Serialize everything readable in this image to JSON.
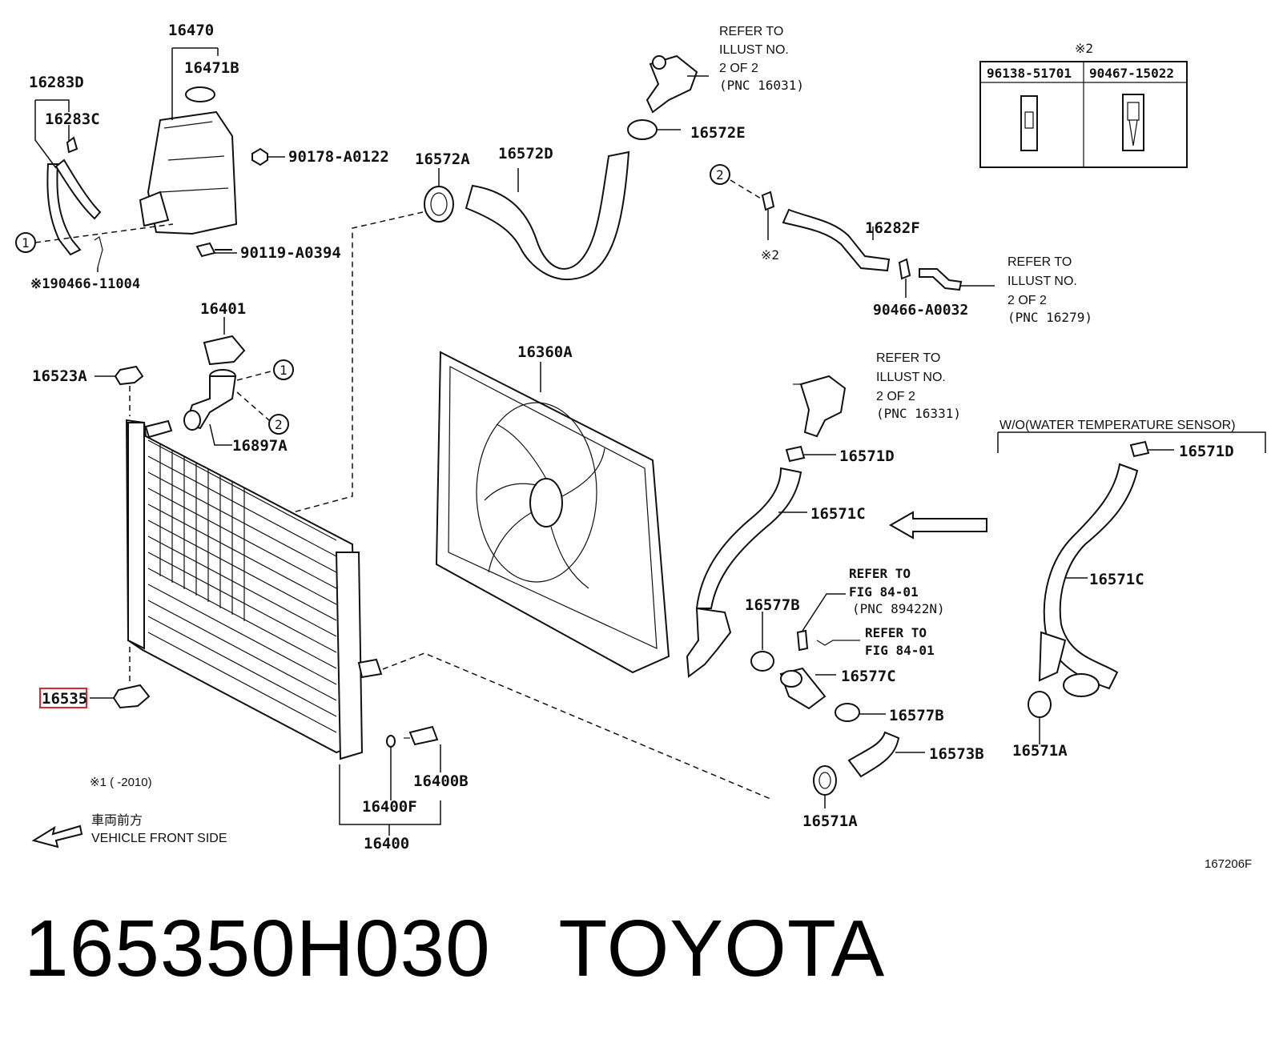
{
  "diagram": {
    "code": "167206F",
    "labels": {
      "p16470": "16470",
      "p16471B": "16471B",
      "p16283D": "16283D",
      "p16283C": "16283C",
      "p90178": "90178-A0122",
      "p90119": "90119-A0394",
      "p90466_11004": "※190466-11004",
      "p16572A": "16572A",
      "p16572D": "16572D",
      "p16572E": "16572E",
      "p16282F": "16282F",
      "p90466_A0032": "90466-A0032",
      "mark2_small": "※2",
      "p16401": "16401",
      "p16523A": "16523A",
      "p16897A": "16897A",
      "p16360A": "16360A",
      "p16571D_a": "16571D",
      "p16571D_b": "16571D",
      "p16571C_a": "16571C",
      "p16571C_b": "16571C",
      "p16577B_a": "16577B",
      "p16577B_b": "16577B",
      "p16577C": "16577C",
      "p16573B": "16573B",
      "p16571A_a": "16571A",
      "p16571A_b": "16571A",
      "p16535": "16535",
      "p16400B": "16400B",
      "p16400F": "16400F",
      "p16400": "16400",
      "circle1": "1",
      "circle2": "2"
    },
    "refers": {
      "r1": [
        "REFER TO",
        "ILLUST NO.",
        "2 OF 2",
        "(PNC 16031)"
      ],
      "r2": [
        "REFER TO",
        "ILLUST NO.",
        "2 OF 2",
        "(PNC 16279)"
      ],
      "r3": [
        "REFER TO",
        "ILLUST NO.",
        "2 OF 2",
        "(PNC 16331)"
      ],
      "r4": [
        "REFER TO",
        "FIG 84-01",
        "(PNC 89422N)"
      ],
      "r5": [
        "REFER TO",
        "FIG 84-01"
      ]
    },
    "wo_note": "W/O(WATER TEMPERATURE SENSOR)",
    "note1": "※1 (       -2010)",
    "front_jp": "車両前方",
    "front_en": "VEHICLE FRONT SIDE",
    "table": {
      "mark": "※2",
      "col1": "96138-51701",
      "col2": "90467-15022"
    }
  },
  "caption": {
    "part_number": "165350H030",
    "brand": "TOYOTA"
  }
}
